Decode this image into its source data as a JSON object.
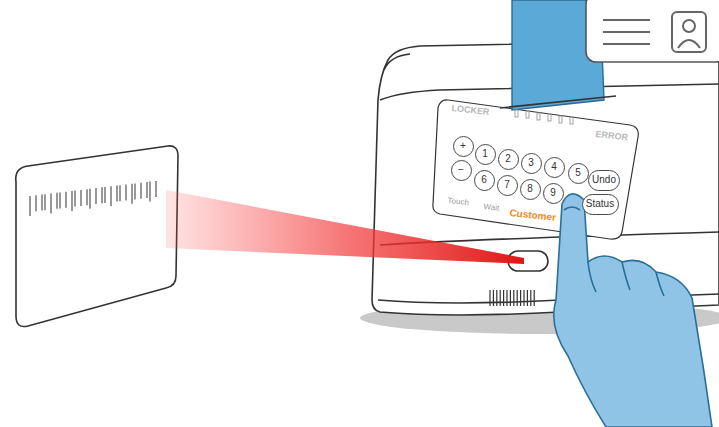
{
  "diagram": {
    "nodes": [
      {
        "text": [
          "+"
        ]
      },
      {
        "text": [
          "1"
        ]
      },
      {
        "text": [
          "2"
        ]
      },
      {
        "text": [
          "3"
        ]
      },
      {
        "text": [
          "4"
        ]
      },
      {
        "text": [
          "5"
        ]
      },
      {
        "text": [
          "Undo"
        ]
      },
      {
        "text": [
          "−"
        ]
      },
      {
        "text": [
          "6"
        ]
      },
      {
        "text": [
          "7"
        ]
      },
      {
        "text": [
          "8"
        ]
      },
      {
        "text": [
          "9"
        ]
      },
      {
        "text": [
          "Status"
        ]
      }
    ],
    "labels": [
      "LOCKER",
      "ERROR",
      "Touch",
      "Wait",
      "Customer"
    ]
  }
}
